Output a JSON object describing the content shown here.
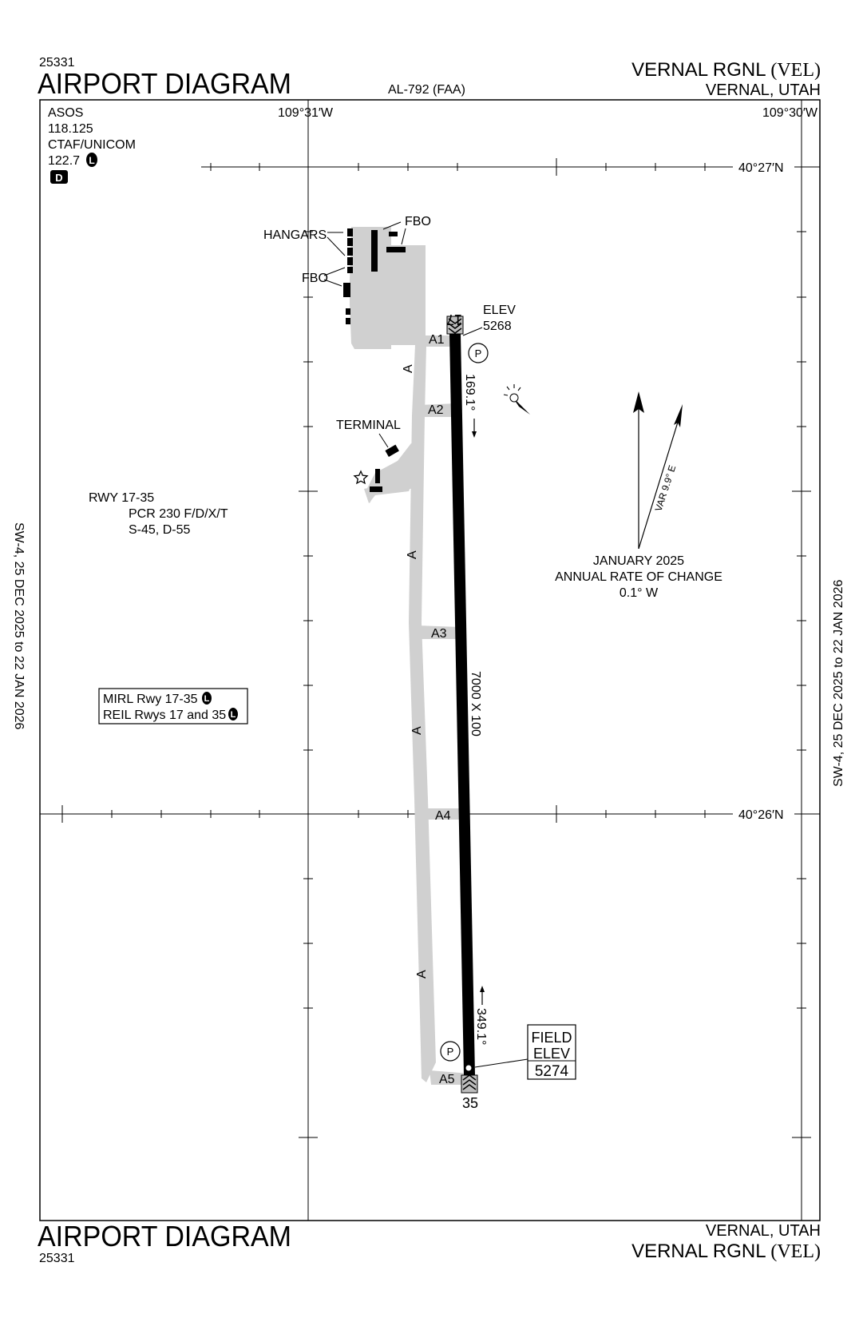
{
  "header": {
    "chart_id_top": "25331",
    "title_top": "AIRPORT DIAGRAM",
    "procedure_id": "AL-792 (FAA)",
    "airport_name": "VERNAL RGNL",
    "airport_code": "(VEL)",
    "city_state": "VERNAL, UTAH"
  },
  "footer": {
    "title_bottom": "AIRPORT DIAGRAM",
    "chart_id_bottom": "25331",
    "city_state": "VERNAL, UTAH",
    "airport_name": "VERNAL RGNL",
    "airport_code": "(VEL)"
  },
  "side_text": {
    "left": "SW-4,  25 DEC 2025  to  22 JAN 2026",
    "right": "SW-4,  25 DEC 2025  to  22 JAN 2026"
  },
  "coordinates": {
    "lon_west": "109°31′W",
    "lon_east": "109°30′W",
    "lat_north": "40°27′N",
    "lat_south": "40°26′N"
  },
  "comms": {
    "asos_label": "ASOS",
    "asos_freq": "118.125",
    "ctaf_label": "CTAF/UNICOM",
    "ctaf_freq": "122.7",
    "lighting_symbol": "L",
    "d_symbol": "D"
  },
  "runway_info": {
    "rwy_label": "RWY 17-35",
    "pcr": "PCR 230 F/D/X/T",
    "weights": "S-45, D-55",
    "dimensions": "7000 X 100",
    "heading_17": "169.1°",
    "heading_35": "349.1°",
    "end_17": "17",
    "end_35": "35"
  },
  "lighting": {
    "line1": "MIRL Rwy 17-35",
    "line2": "REIL Rwys 17 and 35"
  },
  "elevations": {
    "elev_label": "ELEV",
    "elev_17": "5268",
    "field_label_1": "FIELD",
    "field_label_2": "ELEV",
    "field_elev": "5274"
  },
  "taxiways": {
    "connectors": [
      "A1",
      "A2",
      "A3",
      "A4",
      "A5"
    ],
    "parallel": "A"
  },
  "labels": {
    "hangars": "HANGARS",
    "fbo_1": "FBO",
    "fbo_2": "FBO",
    "terminal": "TERMINAL",
    "parking": "P"
  },
  "magnetic": {
    "var": "VAR 9.9° E",
    "date": "JANUARY 2025",
    "rate_label": "ANNUAL RATE OF CHANGE",
    "rate_value": "0.1° W"
  }
}
